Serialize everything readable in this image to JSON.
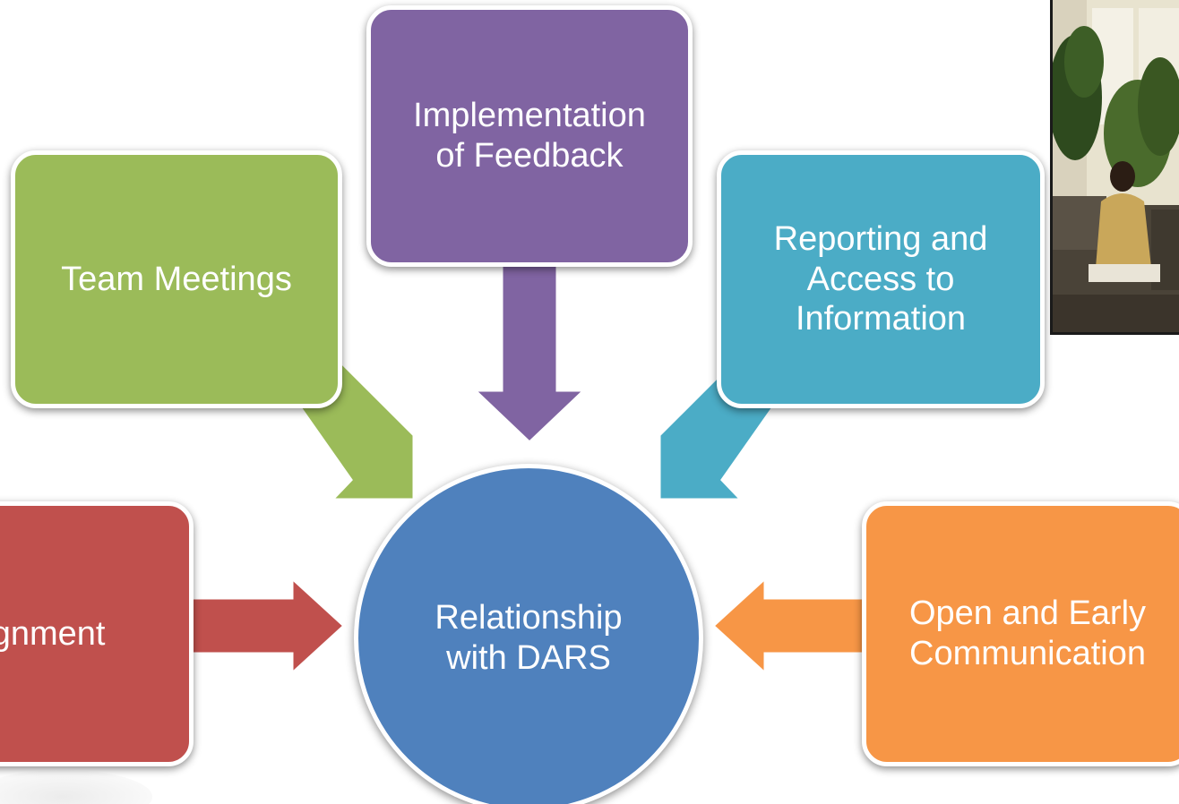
{
  "center": {
    "label": "Relationship\nwith DARS",
    "color": "#4f81bd"
  },
  "nodes": [
    {
      "id": "implementation",
      "label": "Implementation\nof Feedback",
      "color": "#8064a2"
    },
    {
      "id": "team-meetings",
      "label": "Team Meetings",
      "color": "#9bbb59"
    },
    {
      "id": "reporting",
      "label": "Reporting and\nAccess to\nInformation",
      "color": "#4bacc6"
    },
    {
      "id": "alignment",
      "label": "Alignment",
      "color": "#c0504d"
    },
    {
      "id": "open-communication",
      "label": "Open and Early\nCommunication",
      "color": "#f79646"
    }
  ],
  "photo": {
    "icon": "meeting-photo"
  }
}
